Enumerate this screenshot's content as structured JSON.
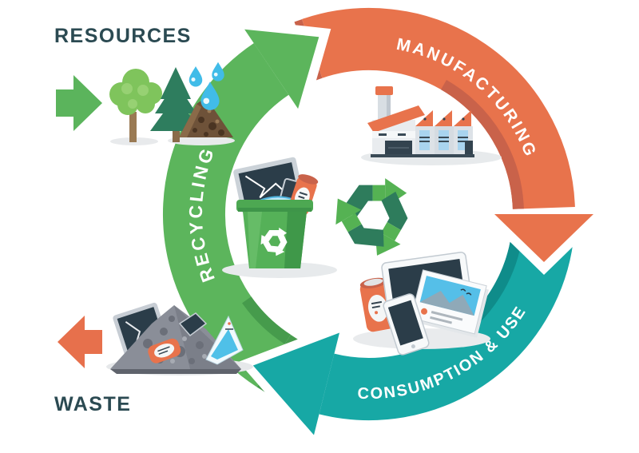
{
  "diagram": {
    "segments": [
      {
        "name": "recycling",
        "label": "RECYCLING",
        "color": "#5CB55C"
      },
      {
        "name": "manufacturing",
        "label": "MANUFACTURING",
        "color": "#E8734C"
      },
      {
        "name": "consumption-use",
        "label": "CONSUMPTION & USE",
        "color": "#17A8A5"
      }
    ],
    "inputs": {
      "label": "RESOURCES"
    },
    "outputs": {
      "label": "WASTE"
    },
    "colors": {
      "green": "#5CB55C",
      "green_dark": "#469B4C",
      "orange": "#E8734C",
      "orange_dark": "#C9624A",
      "teal": "#17A8A5",
      "teal_dark": "#0F8C8A",
      "label_navy": "#2B4A52",
      "recycle_symbol_dark": "#2E7C5C",
      "recycle_symbol_light": "#55B253",
      "water_drop_blue": "#41BCE8"
    },
    "icons": [
      "arrow-right-icon",
      "tree-icon",
      "pine-tree-icon",
      "water-drops-icon",
      "soil-pile-icon",
      "factory-icon",
      "recycle-bin-icon",
      "broken-electronics-icon",
      "recycle-symbol-icon",
      "devices-icon",
      "waste-pile-icon",
      "arrow-left-icon"
    ]
  }
}
